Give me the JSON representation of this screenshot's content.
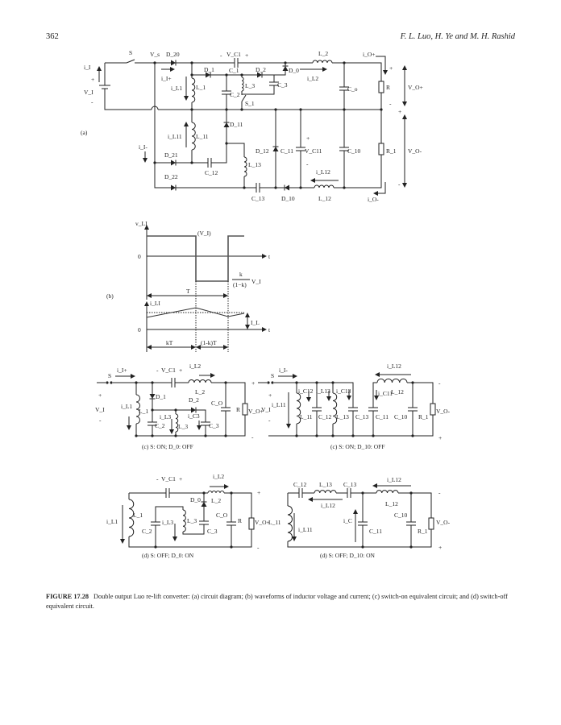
{
  "header": {
    "page_number": "362",
    "authors": "F. L. Luo, H. Ye and M. H. Rashid"
  },
  "figure_a": {
    "labels": [
      "i_I",
      "+",
      "V_I",
      "-",
      "S",
      "V_s",
      "D_20",
      "-",
      "V_C1",
      "+",
      "L_2",
      "i_O+",
      "i_I+",
      "D_1",
      "C_1",
      "D_2",
      "D_0",
      "i_L2",
      "i_L1",
      "L_1",
      "C_2",
      "L_3",
      "C_3",
      "S_1",
      "C_o",
      "R",
      "V_O+",
      "+",
      "-",
      "+",
      "-",
      "(a)",
      "i_L11",
      "L_11",
      "D_11",
      "i_I-",
      "D_12",
      "C_11",
      "+",
      "V_C11",
      "-",
      "C_10",
      "R_1",
      "V_O-",
      "D_21",
      "C_12",
      "L_13",
      "i_L12",
      "D_22",
      "C_13",
      "D_10",
      "L_12",
      "i_O-"
    ]
  },
  "figure_b": {
    "labels": [
      "v_LI",
      "(V_I)",
      "0",
      "t",
      "k",
      "(1−k)",
      "V_I",
      "(b)",
      "T",
      "i_LI",
      "I_L",
      "0",
      "t",
      "kT",
      "(1-k)T"
    ]
  },
  "figure_c_left": {
    "labels": [
      "S",
      "i_I+",
      "-",
      "V_C1",
      "+",
      "i_L2",
      "L_2",
      "+",
      "V_I",
      "-",
      "i_L1",
      "L_1",
      "D_1",
      "D_2",
      "i_L3",
      "C_2",
      "L_3",
      "i_C3",
      "C_3",
      "C_O",
      "R",
      "V_O+",
      "+",
      "-",
      "(c) S: ON; D_0: OFF"
    ]
  },
  "figure_c_right": {
    "labels": [
      "S",
      "i_I-",
      "i_L12",
      "+",
      "V_I",
      "-",
      "i_L11",
      "i_C12",
      "L_11",
      "i_L13",
      "C_12",
      "i_C13",
      "L_13",
      "C_13",
      "i_C11",
      "L_12",
      "C_11",
      "C_10",
      "R_1",
      "V_O-",
      "-",
      "+",
      "(c) S: ON; D_10: OFF"
    ]
  },
  "figure_d_left": {
    "labels": [
      "-",
      "V_C1",
      "+",
      "i_L2",
      "L_2",
      "D_0",
      "i_L1",
      "L_1",
      "C_2",
      "i_L3",
      "L_3",
      "C_3",
      "C_O",
      "R",
      "V_O+",
      "+",
      "-",
      "(d) S: OFF; D_0: ON"
    ]
  },
  "figure_d_right": {
    "labels": [
      "C_12",
      "L_13",
      "C_13",
      "i_L12",
      "i_L12",
      "L_12",
      "L_11",
      "i_L11",
      "i_C",
      "C_11",
      "C_10",
      "R_1",
      "V_O-",
      "-",
      "+",
      "(d) S: OFF; D_10: ON"
    ]
  },
  "caption": {
    "label": "FIGURE 17.28",
    "text": "Double output Luo re-lift converter: (a) circuit diagram; (b) waveforms of inductor voltage and current; (c) switch-on equivalent circuit; and (d) switch-off equivalent circuit."
  }
}
